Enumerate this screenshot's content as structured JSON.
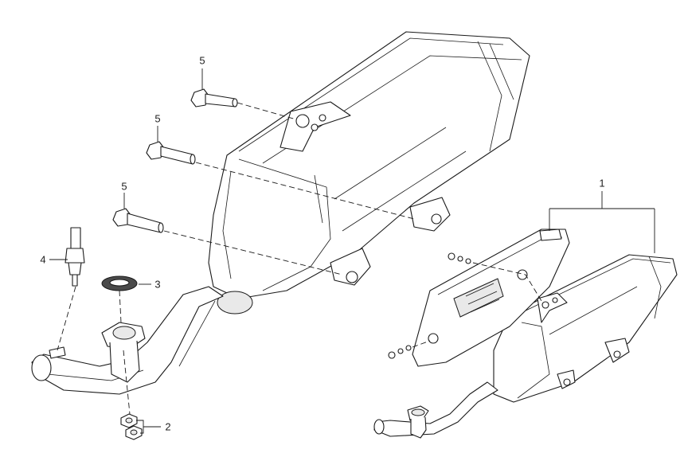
{
  "callouts": {
    "c1": "1",
    "c2": "2",
    "c3": "3",
    "c4": "4",
    "c5a": "5",
    "c5b": "5",
    "c5c": "5"
  },
  "colors": {
    "line": "#1a1a1a",
    "fill": "#ffffff",
    "shade": "#e9e9e9"
  }
}
